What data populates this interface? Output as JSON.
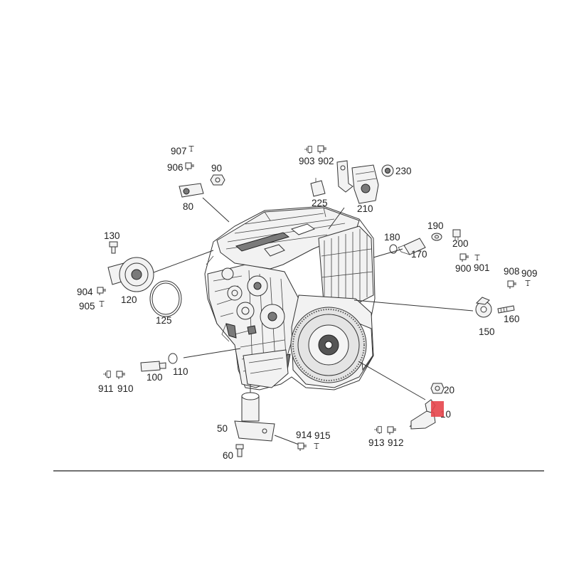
{
  "labels": {
    "p907": "907",
    "p906": "906",
    "p90": "90",
    "p80": "80",
    "p903": "903",
    "p902": "902",
    "p230": "230",
    "p225": "225",
    "p210": "210",
    "p180": "180",
    "p190": "190",
    "p200": "200",
    "p170": "170",
    "p900": "900",
    "p901": "901",
    "p908": "908",
    "p909": "909",
    "p130": "130",
    "p904": "904",
    "p905": "905",
    "p120": "120",
    "p125": "125",
    "p150": "150",
    "p160": "160",
    "p911": "911",
    "p910": "910",
    "p100": "100",
    "p110": "110",
    "p20": "20",
    "p10": "10",
    "p50": "50",
    "p914": "914",
    "p915": "915",
    "p913": "913",
    "p912": "912",
    "p60": "60"
  },
  "colors": {
    "background": "#ffffff",
    "line": "#333333",
    "highlight": "#e5454b"
  }
}
